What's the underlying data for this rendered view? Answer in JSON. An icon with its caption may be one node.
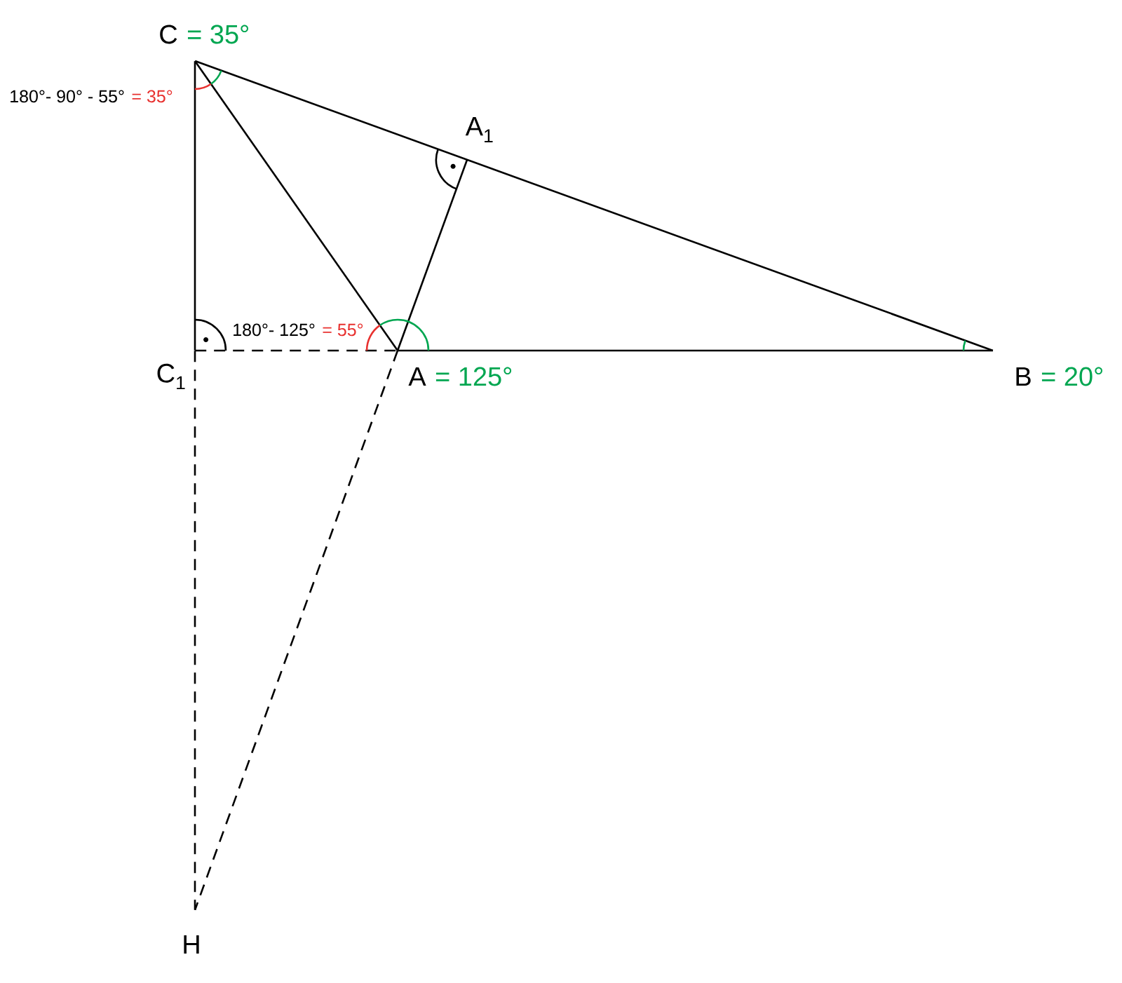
{
  "diagram": {
    "nodes": [
      {
        "text": [
          "C"
        ],
        "beside": [
          "= 35°"
        ]
      },
      {
        "text": [
          "A$_{1}$"
        ]
      },
      {
        "text": [
          "C$_{1}$"
        ]
      },
      {
        "text": [
          "A"
        ],
        "beside": [
          "= 125°"
        ]
      },
      {
        "text": [
          "B"
        ],
        "beside": [
          "= 20°"
        ]
      },
      {
        "text": [
          "H"
        ]
      }
    ],
    "edges": [
      {
        "from": 0,
        "to": 4,
        "arrow": "none"
      },
      {
        "from": 0,
        "to": 3,
        "arrow": "none"
      },
      {
        "from": 0,
        "to": 2,
        "arrow": "none"
      },
      {
        "from": 2,
        "to": 3,
        "arrow": "none",
        "style": "dashed"
      },
      {
        "from": 3,
        "to": 4,
        "arrow": "none"
      },
      {
        "from": 1,
        "to": 3,
        "arrow": "none"
      },
      {
        "from": 2,
        "to": 5,
        "arrow": "none",
        "style": "dashed"
      },
      {
        "from": 3,
        "to": 5,
        "arrow": "none",
        "style": "dashed"
      }
    ],
    "labels": [
      "180°- 90° - 55°",
      "= 35°",
      "180°- 125°",
      "= 55°"
    ]
  }
}
